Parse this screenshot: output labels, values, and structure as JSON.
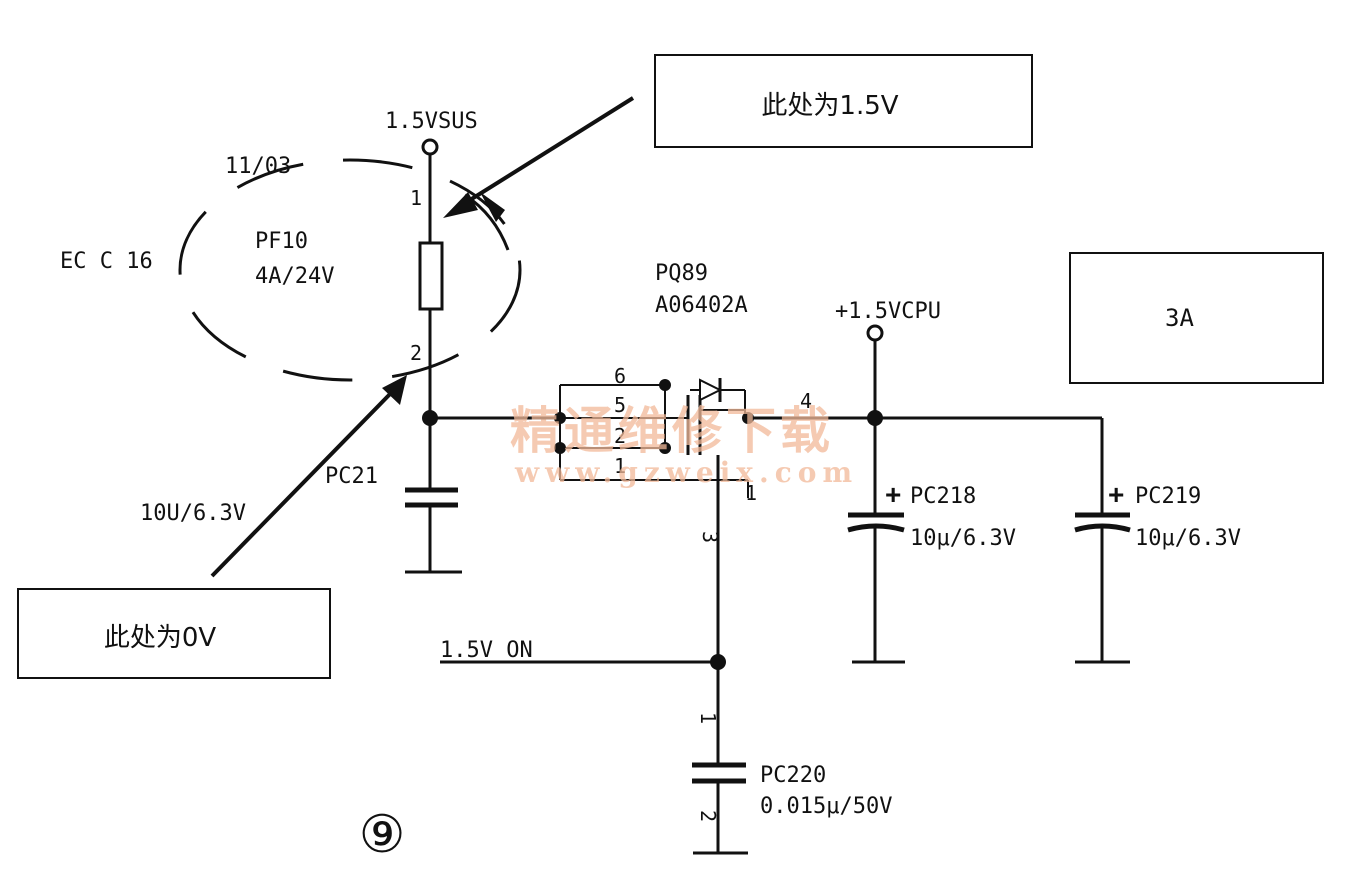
{
  "diagram": {
    "nets": {
      "vsus": "1.5VSUS",
      "vcpu": "+1.5VCPU",
      "enable": "1.5V ON"
    },
    "fuse": {
      "ref": "PF10",
      "rating": "4A/24V",
      "pin_top": "1",
      "pin_bottom": "2"
    },
    "revision_mark": "11/03",
    "ecn_mark": "EC C 16",
    "mosfet": {
      "ref": "PQ89",
      "part": "A06402A",
      "pins": [
        "6",
        "5",
        "2",
        "1",
        "4",
        "3",
        "1"
      ]
    },
    "capacitors": [
      {
        "ref": "PC21",
        "value": "10U/6.3V"
      },
      {
        "ref": "PC218",
        "value": "10μ/6.3V",
        "polarity": "+"
      },
      {
        "ref": "PC219",
        "value": "10μ/6.3V",
        "polarity": "+"
      },
      {
        "ref": "PC220",
        "value": "0.015μ/50V",
        "pin_top": "1",
        "pin_bottom": "2"
      }
    ],
    "callouts": {
      "top": "此处为1.5V",
      "left": "此处为0V",
      "current": "3A"
    },
    "figure_number": "⑨",
    "watermark": {
      "name": "精通维修下载",
      "url": "www.gzweix.com"
    }
  }
}
